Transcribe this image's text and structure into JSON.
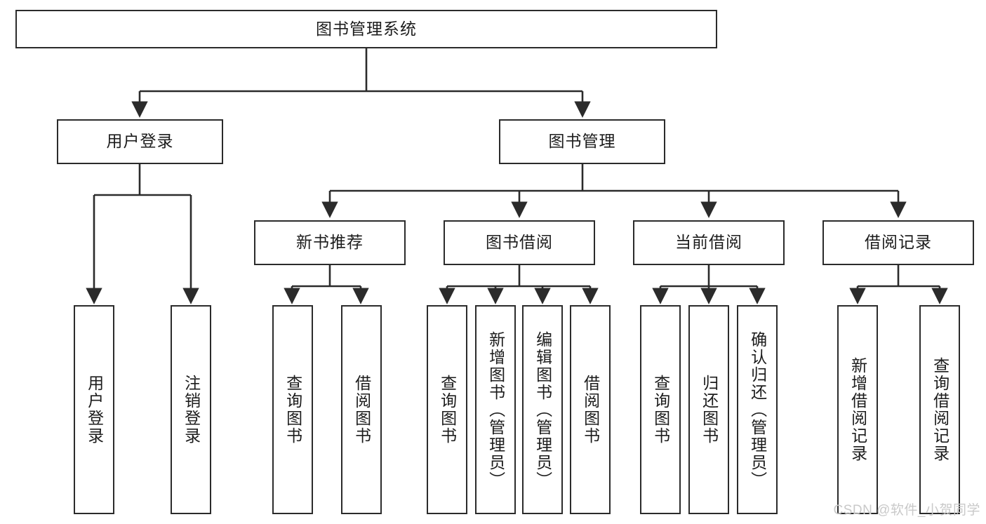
{
  "diagram": {
    "title_node": {
      "label": "图书管理系统"
    },
    "level2": [
      {
        "id": "user-login",
        "label": "用户登录"
      },
      {
        "id": "book-manage",
        "label": "图书管理"
      }
    ],
    "level3": [
      {
        "id": "new-book-recommend",
        "label": "新书推荐"
      },
      {
        "id": "book-borrow",
        "label": "图书借阅"
      },
      {
        "id": "current-borrow",
        "label": "当前借阅"
      },
      {
        "id": "borrow-record",
        "label": "借阅记录"
      }
    ],
    "leaves": [
      {
        "id": "leaf-user-login",
        "label": "用户登录",
        "parent": "user-login"
      },
      {
        "id": "leaf-logout-login",
        "label": "注销登录",
        "parent": "user-login"
      },
      {
        "id": "leaf-query-book-1",
        "label": "查询图书",
        "parent": "new-book-recommend"
      },
      {
        "id": "leaf-borrow-book-1",
        "label": "借阅图书",
        "parent": "new-book-recommend"
      },
      {
        "id": "leaf-query-book-2",
        "label": "查询图书",
        "parent": "book-borrow"
      },
      {
        "id": "leaf-add-book",
        "label": "新增图书（管理员）",
        "parent": "book-borrow"
      },
      {
        "id": "leaf-edit-book",
        "label": "编辑图书（管理员）",
        "parent": "book-borrow"
      },
      {
        "id": "leaf-borrow-book-2",
        "label": "借阅图书",
        "parent": "book-borrow"
      },
      {
        "id": "leaf-query-book-3",
        "label": "查询图书",
        "parent": "current-borrow"
      },
      {
        "id": "leaf-return-book",
        "label": "归还图书",
        "parent": "current-borrow"
      },
      {
        "id": "leaf-confirm-return",
        "label": "确认归还（管理员）",
        "parent": "current-borrow"
      },
      {
        "id": "leaf-add-record",
        "label": "新增借阅记录",
        "parent": "borrow-record"
      },
      {
        "id": "leaf-query-record",
        "label": "查询借阅记录",
        "parent": "borrow-record"
      }
    ],
    "colors": {
      "stroke": "#2b2b2b",
      "background": "#ffffff",
      "text": "#1c1c1c",
      "watermark": "#c9c9c9"
    }
  },
  "watermark": {
    "text": "CSDN @软件_小贺同学"
  }
}
